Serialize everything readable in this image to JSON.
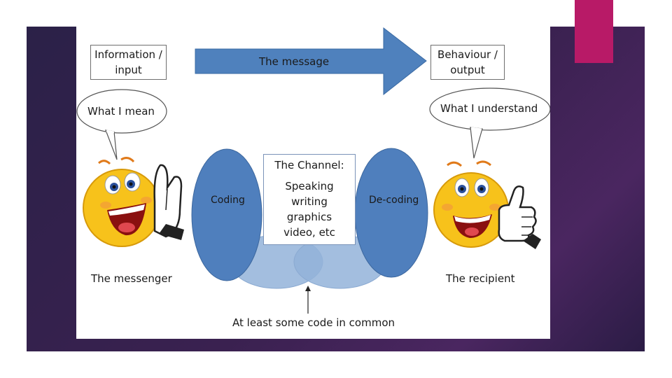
{
  "colors": {
    "slide_background": "#2f2150",
    "accent": "#b81a67",
    "arrow": "#4f81bd",
    "ellipse": "#4f7fbd",
    "overlap": "#93b3d9"
  },
  "info_box": {
    "line1": "Information /",
    "line2": "input"
  },
  "message_label": "The message",
  "behaviour_box": {
    "line1": "Behaviour /",
    "line2": "output"
  },
  "bubble_left": "What I mean",
  "bubble_right": "What I understand",
  "coding_label": "Coding",
  "decoding_label": "De-coding",
  "channel": {
    "title": "The Channel:",
    "items": [
      "Speaking",
      "writing",
      "graphics",
      "video, etc"
    ]
  },
  "messenger_label": "The messenger",
  "recipient_label": "The recipient",
  "common_code_label": "At least some code in common",
  "icons": [
    "smiley-messenger-icon",
    "smiley-recipient-icon",
    "thumbs-up-icon",
    "calling-hand-icon"
  ]
}
